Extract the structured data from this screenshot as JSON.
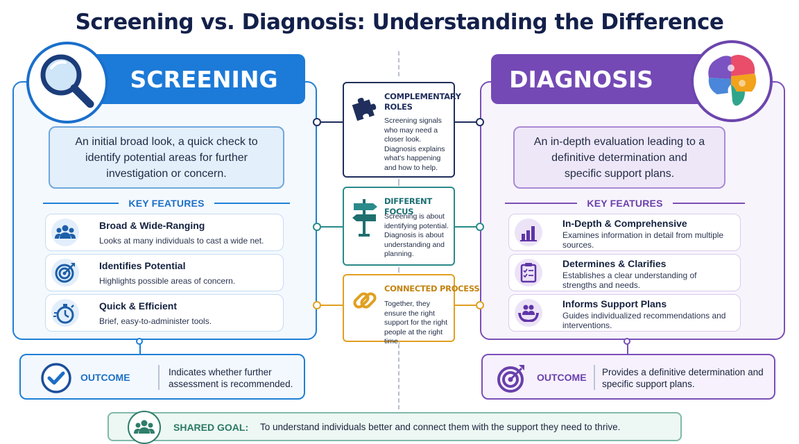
{
  "title": "Screening vs. Diagnosis: Understanding the Difference",
  "colors": {
    "screening": "#1c7ad8",
    "diagnosis": "#7449b5",
    "complementary": "#1f2e5c",
    "focus": "#2a8a8a",
    "process": "#e0a021",
    "goal": "#2a7a62"
  },
  "screening": {
    "heading": "SCREENING",
    "icon": "magnifying-glass-icon",
    "description": "An initial broad look, a quick check to identify potential areas for further investigation or concern.",
    "key_features_label": "KEY FEATURES",
    "features": [
      {
        "icon": "people-group-icon",
        "title": "Broad & Wide-Ranging",
        "text": "Looks at many individuals to cast a wide net."
      },
      {
        "icon": "target-icon",
        "title": "Identifies Potential",
        "text": "Highlights possible areas of concern."
      },
      {
        "icon": "stopwatch-icon",
        "title": "Quick & Efficient",
        "text": "Brief, easy-to-administer tools."
      }
    ],
    "outcome": {
      "icon": "check-circle-icon",
      "label": "OUTCOME",
      "text": "Indicates whether further assessment is recommended."
    }
  },
  "diagnosis": {
    "heading": "DIAGNOSIS",
    "icon": "brain-puzzle-icon",
    "description": "An in-depth evaluation leading to a definitive determination and specific support plans.",
    "key_features_label": "KEY FEATURES",
    "features": [
      {
        "icon": "bar-chart-icon",
        "title": "In-Depth & Comprehensive",
        "text": "Examines information in detail from multiple sources."
      },
      {
        "icon": "clipboard-checklist-icon",
        "title": "Determines & Clarifies",
        "text": "Establishes a clear understanding of strengths and needs."
      },
      {
        "icon": "hands-people-icon",
        "title": "Informs Support Plans",
        "text": "Guides individualized recommendations and interventions."
      }
    ],
    "outcome": {
      "icon": "target-arrow-icon",
      "label": "OUTCOME",
      "text": "Provides a definitive determination and specific support plans."
    }
  },
  "center": [
    {
      "icon": "puzzle-piece-icon",
      "title": "COMPLEMENTARY ROLES",
      "text": "Screening signals who may need a closer look. Diagnosis explains what's happening and how to help."
    },
    {
      "icon": "signpost-icon",
      "title": "DIFFERENT FOCUS",
      "text": "Screening is about identifying potential. Diagnosis is about understanding and planning."
    },
    {
      "icon": "chain-link-icon",
      "title": "CONNECTED PROCESS",
      "text": "Together, they ensure the right support for the right people at the right time."
    }
  ],
  "shared_goal": {
    "icon": "people-group-icon",
    "label": "SHARED GOAL:",
    "text": "To understand individuals better and connect them with the support they need to thrive."
  }
}
